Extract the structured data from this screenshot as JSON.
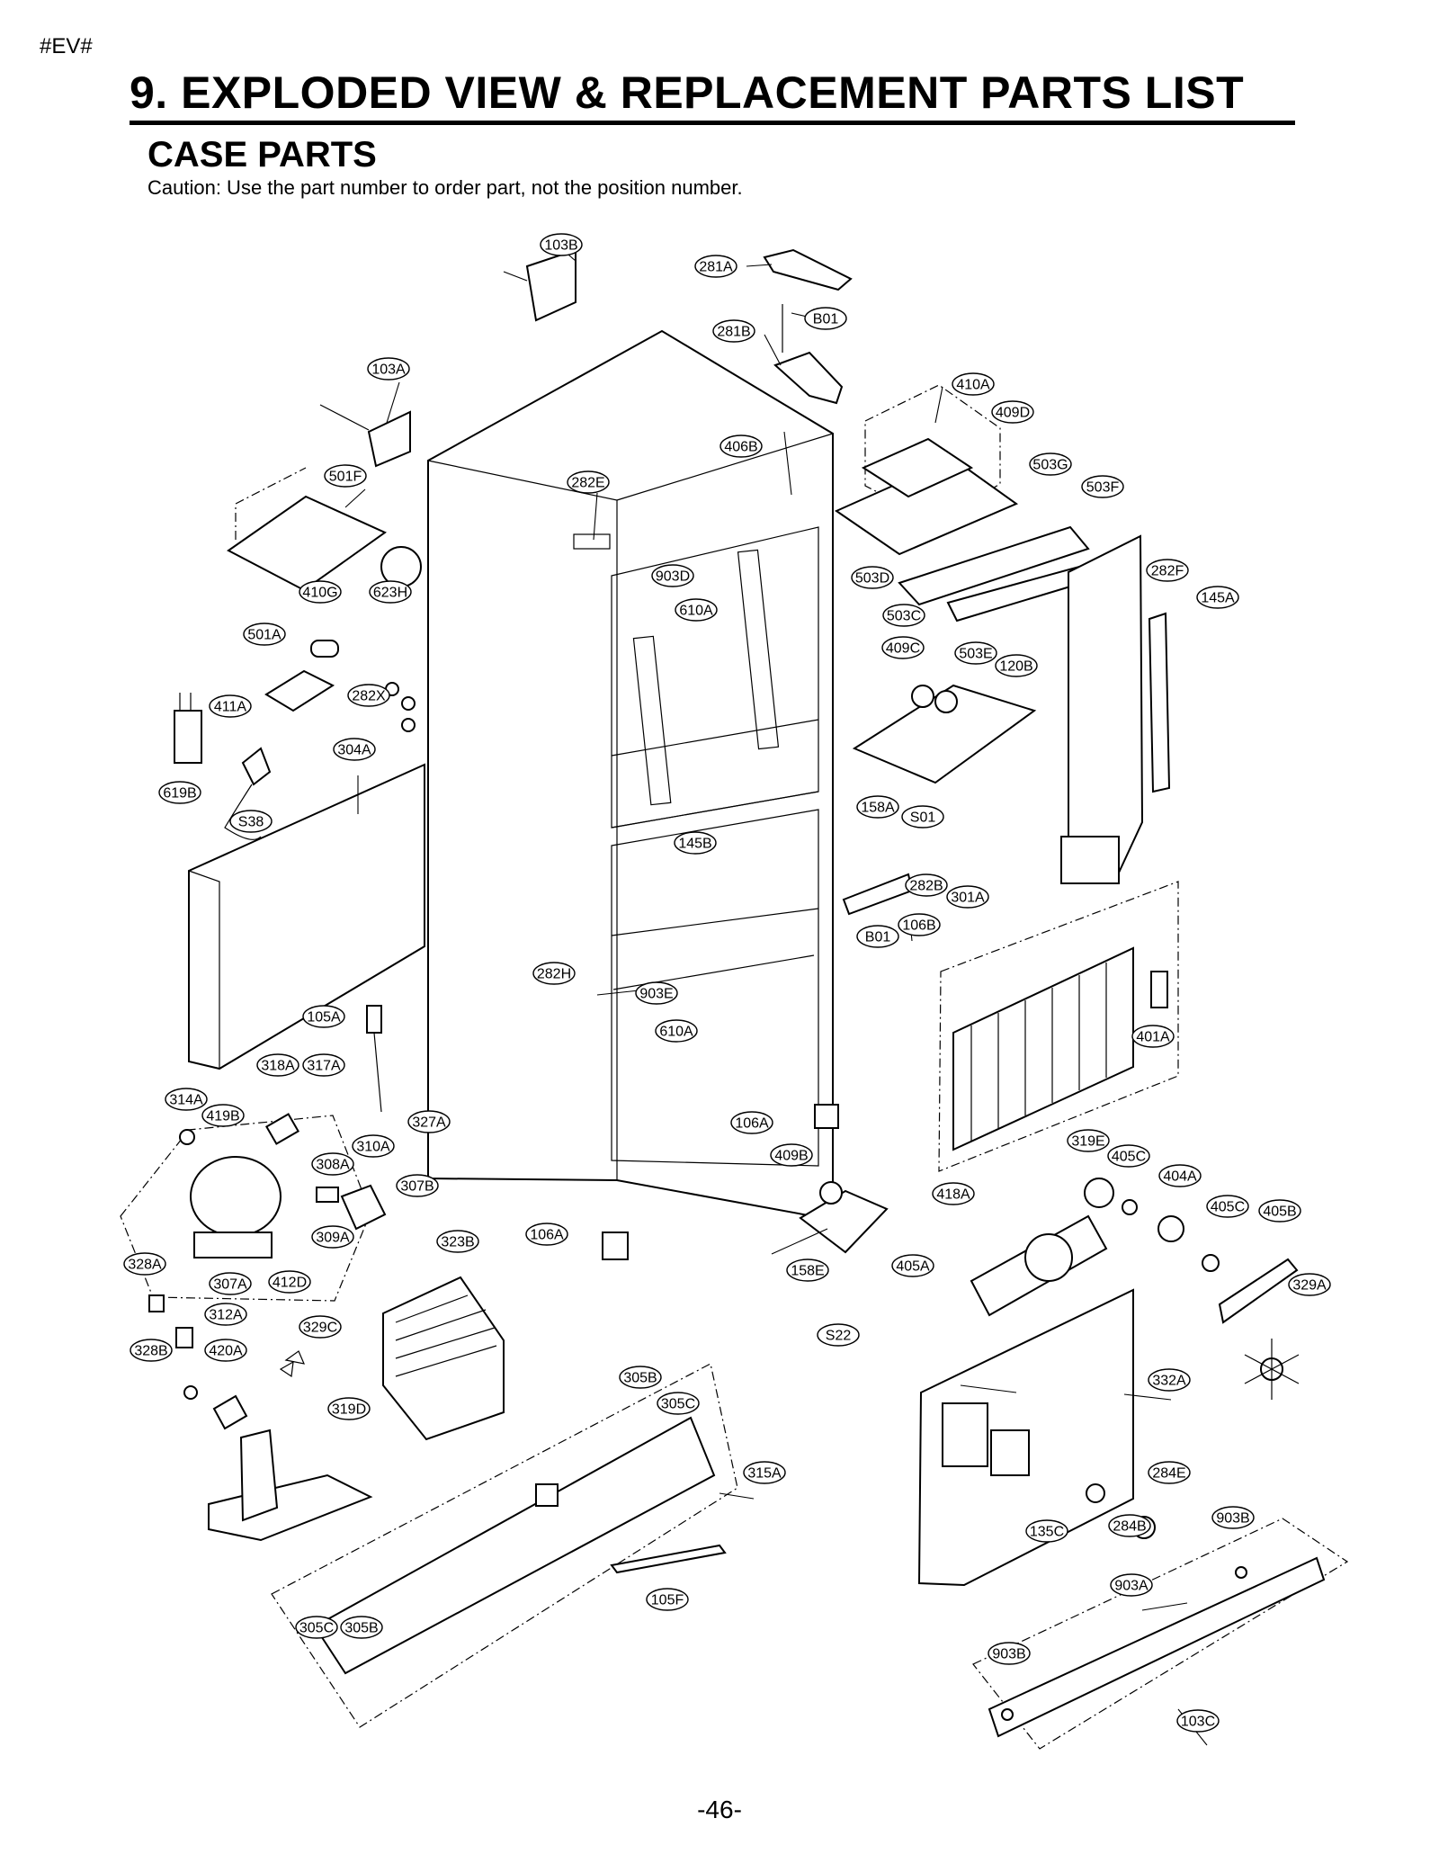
{
  "header": {
    "tag": "#EV#",
    "title": "9. EXPLODED VIEW & REPLACEMENT PARTS LIST",
    "subtitle": "CASE PARTS",
    "caution": "Caution: Use the part number to order part, not the position number."
  },
  "page_number": "-46-",
  "callouts": [
    "103B",
    "281A",
    "B01",
    "281B",
    "103A",
    "410A",
    "409D",
    "406B",
    "503G",
    "501F",
    "282E",
    "503F",
    "903D",
    "282F",
    "410G",
    "623H",
    "503D",
    "610A",
    "145A",
    "503C",
    "501A",
    "409C",
    "503E",
    "120B",
    "282X",
    "411A",
    "304A",
    "619B",
    "158A",
    "S01",
    "S38",
    "145B",
    "282B",
    "301A",
    "106B",
    "B01",
    "282H",
    "903E",
    "610A",
    "105A",
    "401A",
    "318A",
    "317A",
    "314A",
    "419B",
    "327A",
    "106A",
    "310A",
    "319E",
    "405C",
    "308A",
    "307B",
    "409B",
    "404A",
    "405C",
    "405B",
    "418A",
    "106A",
    "328A",
    "309A",
    "323B",
    "158E",
    "405A",
    "307A",
    "412D",
    "329A",
    "312A",
    "329C",
    "S22",
    "328B",
    "420A",
    "305B",
    "332A",
    "305C",
    "319D",
    "315A",
    "284E",
    "903B",
    "135C",
    "284B",
    "903A",
    "105F",
    "305C",
    "305B",
    "903B",
    "103C"
  ]
}
